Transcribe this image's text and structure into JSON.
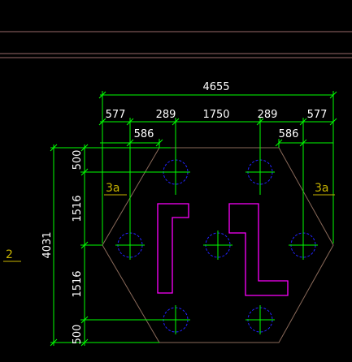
{
  "dimensions": {
    "overall_width": "4655",
    "top_segments": [
      "577",
      "289",
      "1750",
      "289",
      "577"
    ],
    "inner_offset_left": "586",
    "inner_offset_right": "586",
    "overall_height": "4031",
    "left_segments": [
      "500",
      "1516",
      "1516",
      "500"
    ]
  },
  "tags": {
    "left_corner": "3a",
    "right_corner": "3a",
    "pile_cap": "2"
  },
  "colors": {
    "background": "#000000",
    "dimension_lines": "#00ff00",
    "outline": "#8a6a5a",
    "piles": "#2222ff",
    "column": "#ff00ff",
    "tags": "#c8b400"
  }
}
